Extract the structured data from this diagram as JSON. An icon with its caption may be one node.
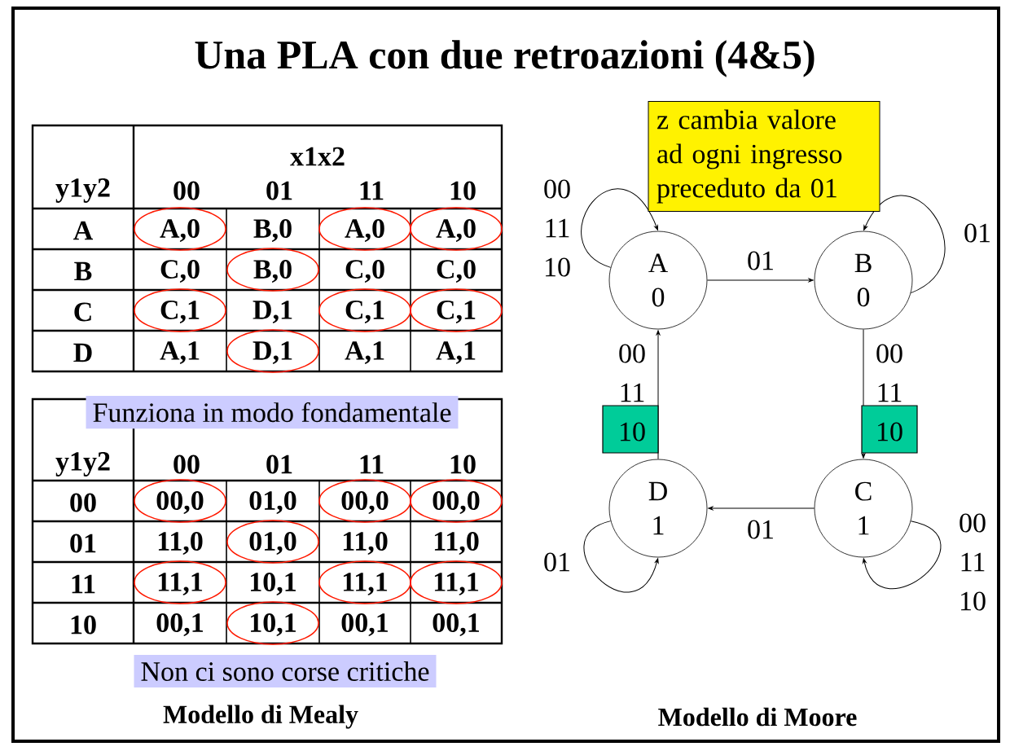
{
  "diagram": {
    "title": "Una PLA con due retroazioni (4&5)",
    "nodes": [
      {
        "text": [
          "A",
          "0"
        ]
      },
      {
        "text": [
          "B",
          "0"
        ]
      },
      {
        "text": [
          "D",
          "1"
        ]
      },
      {
        "text": [
          "C",
          "1"
        ]
      }
    ],
    "edges": [
      {
        "from": 0,
        "to": 0,
        "arrow": "to",
        "label": "00 11 10"
      },
      {
        "from": 0,
        "to": 1,
        "arrow": "to",
        "label": "01"
      },
      {
        "from": 1,
        "to": 1,
        "arrow": "to",
        "label": "01"
      },
      {
        "from": 1,
        "to": 3,
        "arrow": "to",
        "label": "00 11 10"
      },
      {
        "from": 3,
        "to": 3,
        "arrow": "to",
        "label": "00 11 10"
      },
      {
        "from": 3,
        "to": 2,
        "arrow": "to",
        "label": "01"
      },
      {
        "from": 2,
        "to": 2,
        "arrow": "to",
        "label": "01"
      },
      {
        "from": 2,
        "to": 0,
        "arrow": "to",
        "label": "00 11 10"
      }
    ],
    "labels": [
      "z cambia valore ad ogni ingresso preceduto da 01",
      "x1x2",
      "y1y2",
      "00",
      "01",
      "11",
      "10",
      "A",
      "A,0",
      "B,0",
      "A,0",
      "A,0",
      "B",
      "C,0",
      "B,0",
      "C,0",
      "C,0",
      "C",
      "C,1",
      "D,1",
      "C,1",
      "C,1",
      "D",
      "A,1",
      "D,1",
      "A,1",
      "A,1",
      "Funziona in modo fondamentale",
      "y1y2",
      "00",
      "01",
      "11",
      "10",
      "00",
      "00,0",
      "01,0",
      "00,0",
      "00,0",
      "01",
      "11,0",
      "01,0",
      "11,0",
      "11,0",
      "11",
      "11,1",
      "10,1",
      "11,1",
      "11,1",
      "10",
      "00,1",
      "10,1",
      "00,1",
      "00,1",
      "Non ci sono corse critiche",
      "Modello di Mealy",
      "Modello di Moore"
    ]
  }
}
